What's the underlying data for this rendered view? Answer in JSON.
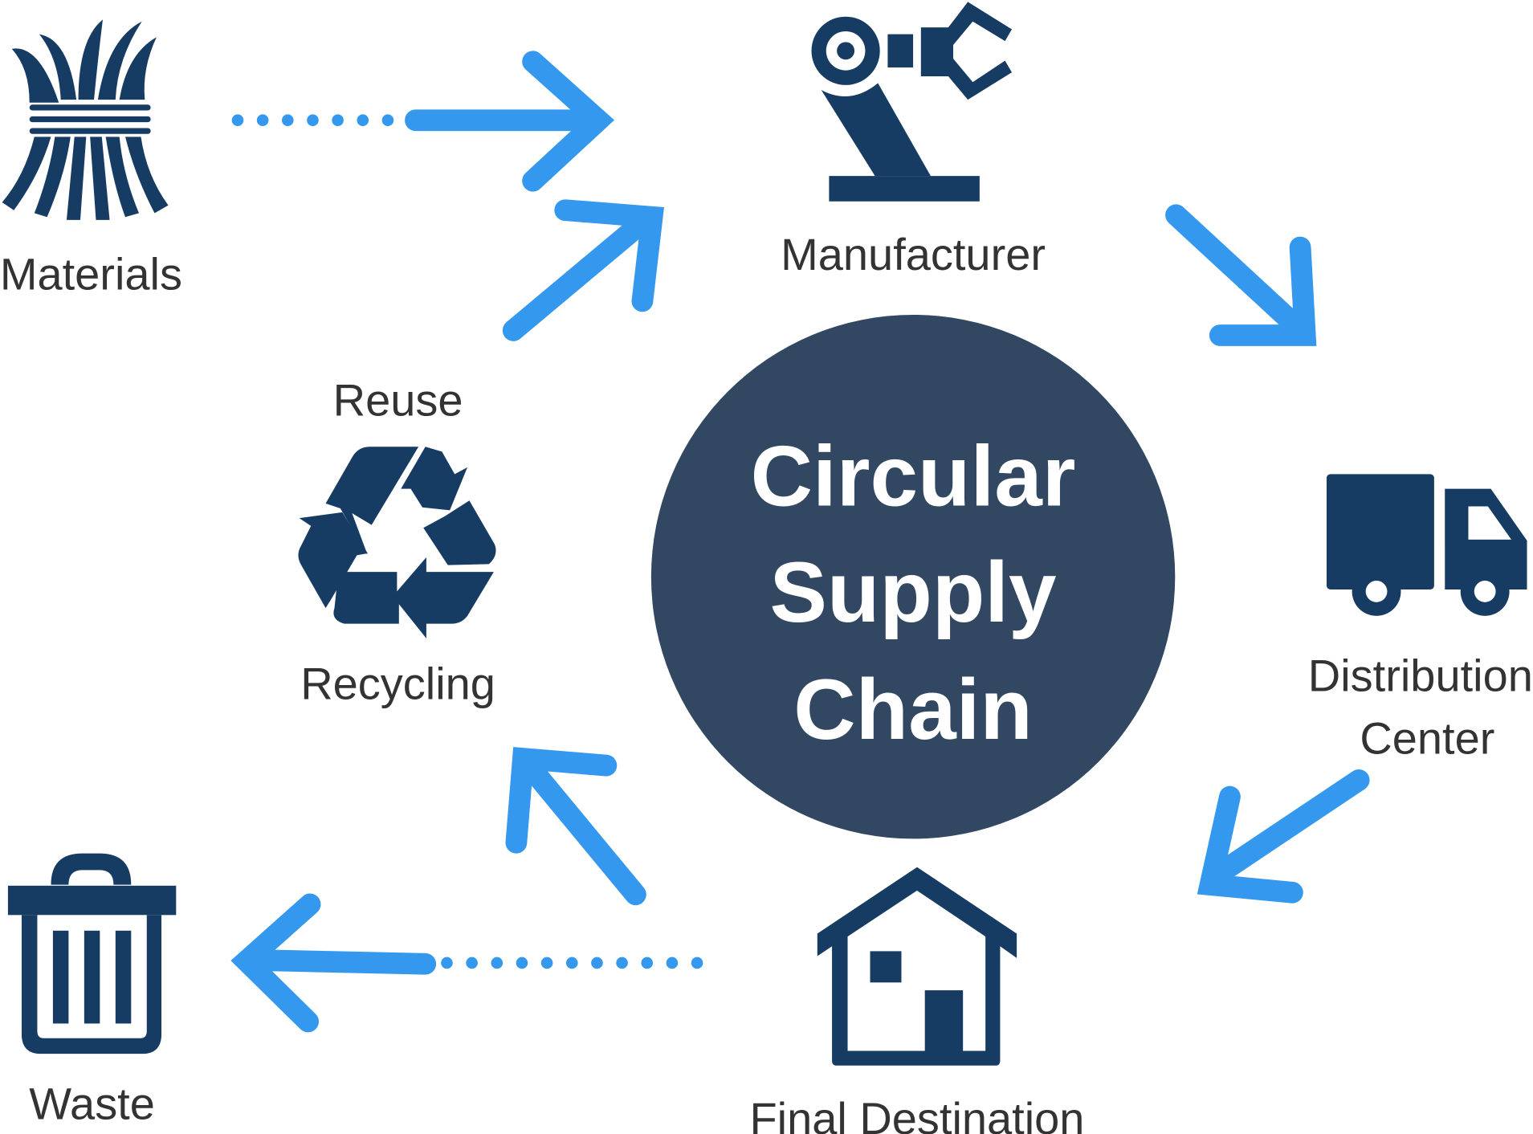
{
  "center": {
    "lines": [
      "Circular",
      "Supply",
      "Chain"
    ]
  },
  "nodes": {
    "materials": "Materials",
    "manufacturer": "Manufacturer",
    "distribution": [
      "Distribution",
      "Center"
    ],
    "final_destination": "Final Destination",
    "waste": "Waste",
    "reuse": "Reuse",
    "recycling": "Recycling"
  },
  "colors": {
    "circle": "#324862",
    "icon": "#173c63",
    "arrow": "#3498ee",
    "text": "#333333"
  }
}
